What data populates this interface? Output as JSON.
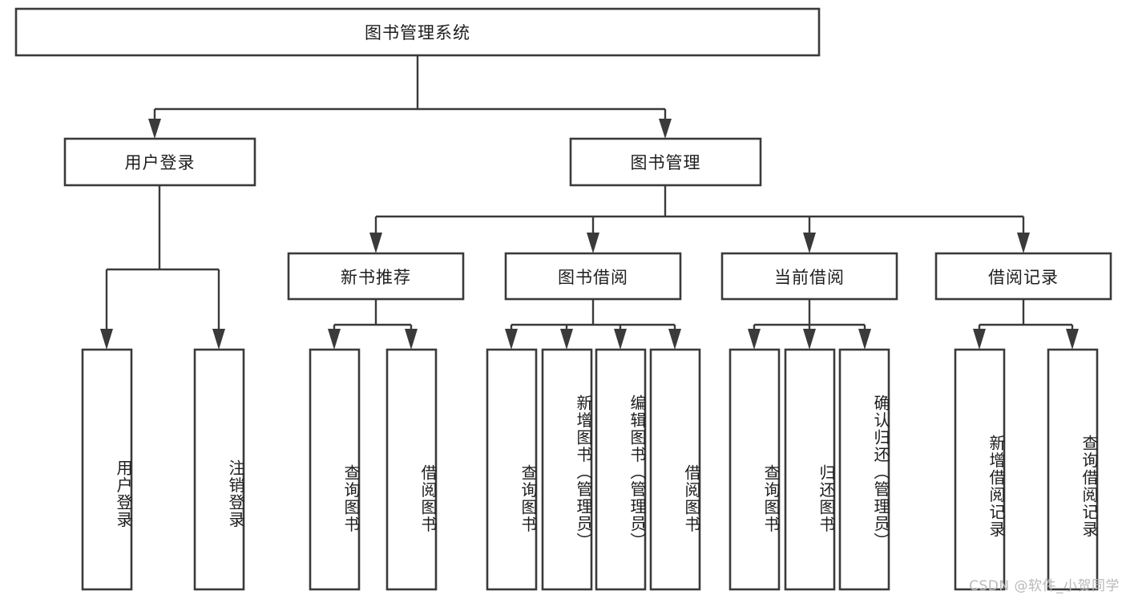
{
  "diagram": {
    "title": "图书管理系统",
    "type": "tree-hierarchy",
    "orientation": "top-down",
    "colors": {
      "background": "#ffffff",
      "box_fill": "#ffffff",
      "box_stroke": "#3a3a3a",
      "connector": "#3a3a3a",
      "text": "#1d1d1d",
      "watermark": "#b9b9b9"
    },
    "root": {
      "label": "图书管理系统"
    },
    "level2": [
      {
        "label": "用户登录"
      },
      {
        "label": "图书管理"
      }
    ],
    "level3": [
      {
        "label": "新书推荐"
      },
      {
        "label": "图书借阅"
      },
      {
        "label": "当前借阅"
      },
      {
        "label": "借阅记录"
      }
    ],
    "leaves": {
      "user_login": [
        {
          "label": "用户登录"
        },
        {
          "label": "注销登录"
        }
      ],
      "new_book_recommend": [
        {
          "label": "查询图书"
        },
        {
          "label": "借阅图书"
        }
      ],
      "book_borrow": [
        {
          "label": "查询图书"
        },
        {
          "label": "新增图书（管理员）"
        },
        {
          "label": "编辑图书（管理员）"
        },
        {
          "label": "借阅图书"
        }
      ],
      "current_borrow": [
        {
          "label": "查询图书"
        },
        {
          "label": "归还图书"
        },
        {
          "label": "确认归还（管理员）"
        }
      ],
      "borrow_record": [
        {
          "label": "新增借阅记录"
        },
        {
          "label": "查询借阅记录"
        }
      ]
    }
  },
  "watermark": {
    "text": "CSDN @软件_小贺同学"
  }
}
